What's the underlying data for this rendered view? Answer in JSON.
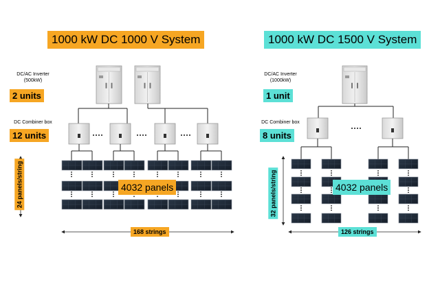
{
  "left": {
    "title": "1000 kW DC 1000 V System",
    "inverter_label": "DC/AC Inverter",
    "inverter_rating": "(500kW)",
    "inverter_count": "2 units",
    "combiner_label": "DC Combiner box",
    "combiner_count": "12 units",
    "panels_per_string": "24 panels/string",
    "panels_total": "4032 panels",
    "strings_total": "168 strings",
    "accent": "#f6a623"
  },
  "right": {
    "title": "1000 kW DC 1500 V System",
    "inverter_label": "DC/AC Inverter",
    "inverter_rating": "(1000kW)",
    "inverter_count": "1 unit",
    "combiner_label": "DC Combiner box",
    "combiner_count": "8 units",
    "panels_per_string": "32 panels/string",
    "panels_total": "4032 panels",
    "strings_total": "126 strings",
    "accent": "#5ce0d6"
  },
  "ellipsis": "....",
  "icons": [
    "inverter-cabinet-icon",
    "combiner-box-icon",
    "solar-panel-icon",
    "dots-icon"
  ]
}
